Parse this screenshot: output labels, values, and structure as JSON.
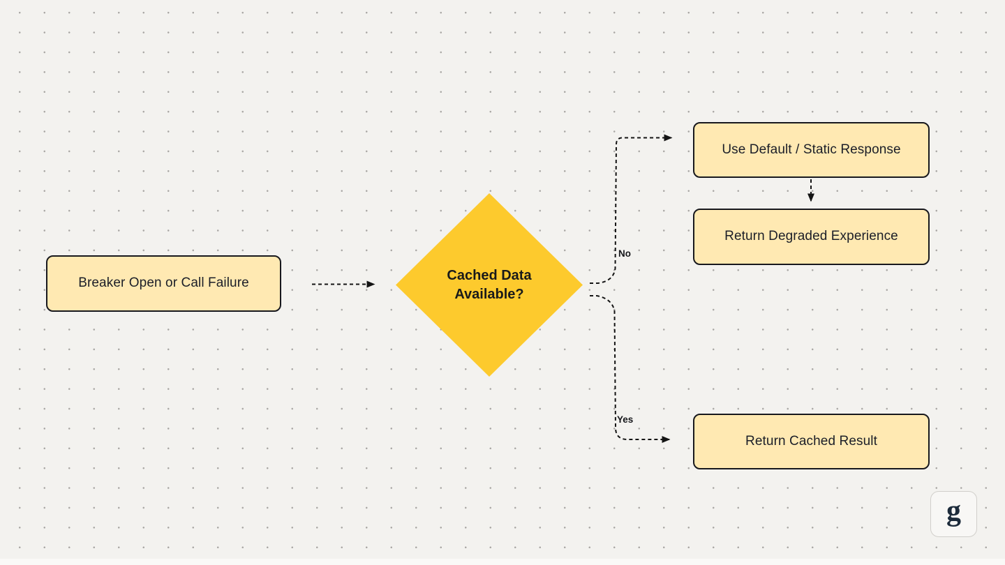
{
  "canvas": {
    "background_color": "#F3F2EF",
    "dot_color": "#A9A7A4"
  },
  "nodes": {
    "breaker": {
      "label": "Breaker Open or Call Failure",
      "fill": "#FFE9B2",
      "border": "#17181D"
    },
    "decision": {
      "label": "Cached Data Available?",
      "fill": "#FDCA2D"
    },
    "default_response": {
      "label": "Use Default / Static Response",
      "fill": "#FFE9B2",
      "border": "#17181D"
    },
    "degraded": {
      "label": "Return Degraded Experience",
      "fill": "#FFE9B2",
      "border": "#17181D"
    },
    "cached": {
      "label": "Return Cached Result",
      "fill": "#FFE9B2",
      "border": "#17181D"
    }
  },
  "edges": {
    "color": "#141414",
    "style": "dashed",
    "labels": {
      "no": "No",
      "yes": "Yes"
    }
  },
  "logo": {
    "letter": "g"
  }
}
